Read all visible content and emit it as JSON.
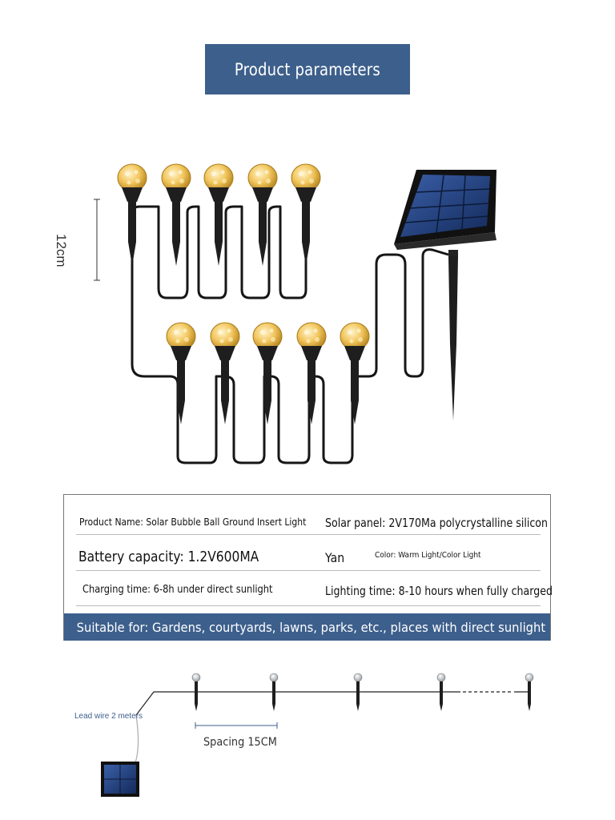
{
  "header": {
    "title": "Product parameters"
  },
  "dimension": {
    "height_label": "12cm"
  },
  "specs": {
    "product_name": "Product Name: Solar Bubble Ball Ground Insert Light",
    "solar_panel": "Solar panel: 2V170Ma polycrystalline silicon",
    "battery": "Battery capacity: 1.2V600MA",
    "yan": "Yan",
    "color": "Color: Warm Light/Color Light",
    "charging": "Charging time: 6-8h under direct sunlight",
    "lighting": "Lighting time: 8-10 hours when fully charged",
    "suitable": "Suitable for: Gardens, courtyards, lawns, parks, etc., places with direct sunlight"
  },
  "diagram": {
    "lead_wire": "Lead wire 2 meters",
    "spacing": "Spacing 15CM"
  },
  "colors": {
    "accent": "#3d5f8c",
    "bulb": "#f2c55c",
    "stake": "#1e1e1e",
    "panel": "#1f3f7a"
  }
}
